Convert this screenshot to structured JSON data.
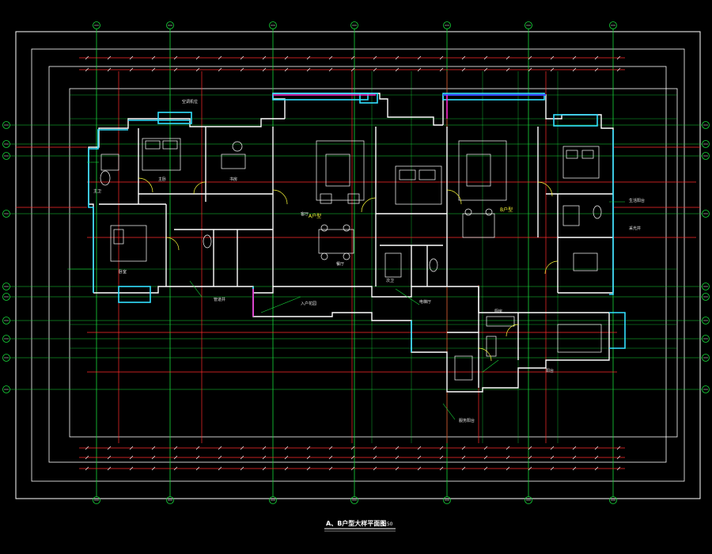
{
  "drawing": {
    "title": "A、B户型大样平面图",
    "scale": "1:50",
    "colors": {
      "background": "#000000",
      "axis": "#17d83a",
      "wall_cyan": "#33e0ff",
      "frame_white": "#ffffff",
      "dim_red": "#ff2b2b",
      "text_yellow": "#ffff3a",
      "magenta": "#ff2bd0",
      "blue": "#3a4bff"
    },
    "units": [
      {
        "label": "A户型"
      },
      {
        "label": "B户型"
      }
    ],
    "room_labels": [
      {
        "text": "主卧"
      },
      {
        "text": "书房"
      },
      {
        "text": "客厅"
      },
      {
        "text": "卧室"
      },
      {
        "text": "餐厅"
      },
      {
        "text": "主卫"
      },
      {
        "text": "次卫"
      },
      {
        "text": "厨房"
      },
      {
        "text": "阳台"
      },
      {
        "text": "入户花园"
      }
    ],
    "annotations": [
      {
        "text": "空调机位"
      },
      {
        "text": "生活阳台"
      },
      {
        "text": "管道井"
      },
      {
        "text": "电梯厅"
      },
      {
        "text": "服务阳台"
      },
      {
        "text": "采光井"
      }
    ]
  }
}
